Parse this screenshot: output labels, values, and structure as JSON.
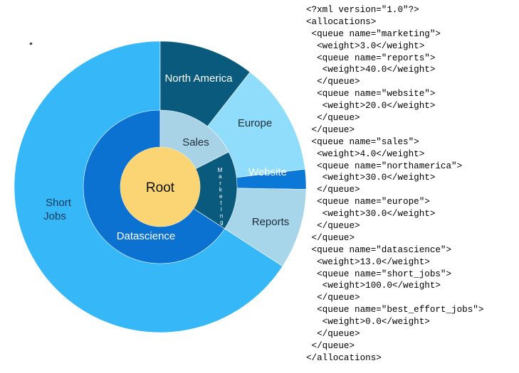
{
  "colors": {
    "outer_light": "#35b7f8",
    "north_america": "#0a5a7e",
    "europe": "#8fdcfb",
    "website": "#0b77d6",
    "reports": "#a7d6ea",
    "sales": "#a8d3e6",
    "marketing": "#0a5a7e",
    "datascience": "#0b72d2",
    "root": "#fbd574"
  },
  "rings": {
    "root": {
      "label": "Root"
    },
    "inner": [
      {
        "id": "sales",
        "label": "Sales"
      },
      {
        "id": "marketing",
        "label": "Marketing"
      },
      {
        "id": "datascience",
        "label": "Datascience"
      }
    ],
    "outer": [
      {
        "id": "north-america",
        "label": "North America"
      },
      {
        "id": "europe",
        "label": "Europe"
      },
      {
        "id": "website",
        "label": "Website"
      },
      {
        "id": "reports",
        "label": "Reports"
      },
      {
        "id": "short-jobs",
        "label_line1": "Short",
        "label_line2": "Jobs"
      }
    ]
  },
  "xml_lines": [
    "<?xml version=\"1.0\"?>",
    "<allocations>",
    " <queue name=\"marketing\">",
    "  <weight>3.0</weight>",
    "  <queue name=\"reports\">",
    "   <weight>40.0</weight>",
    "  </queue>",
    "  <queue name=\"website\">",
    "   <weight>20.0</weight>",
    "  </queue>",
    " </queue>",
    " <queue name=\"sales\">",
    "  <weight>4.0</weight>",
    "  <queue name=\"northamerica\">",
    "   <weight>30.0</weight>",
    "  </queue>",
    "  <queue name=\"europe\">",
    "   <weight>30.0</weight>",
    "  </queue>",
    " </queue>",
    " <queue name=\"datascience\">",
    "  <weight>13.0</weight>",
    "  <queue name=\"short_jobs\">",
    "   <weight>100.0</weight>",
    "  </queue>",
    "  <queue name=\"best_effort_jobs\">",
    "   <weight>0.0</weight>",
    "  </queue>",
    " </queue>",
    "</allocations>"
  ]
}
